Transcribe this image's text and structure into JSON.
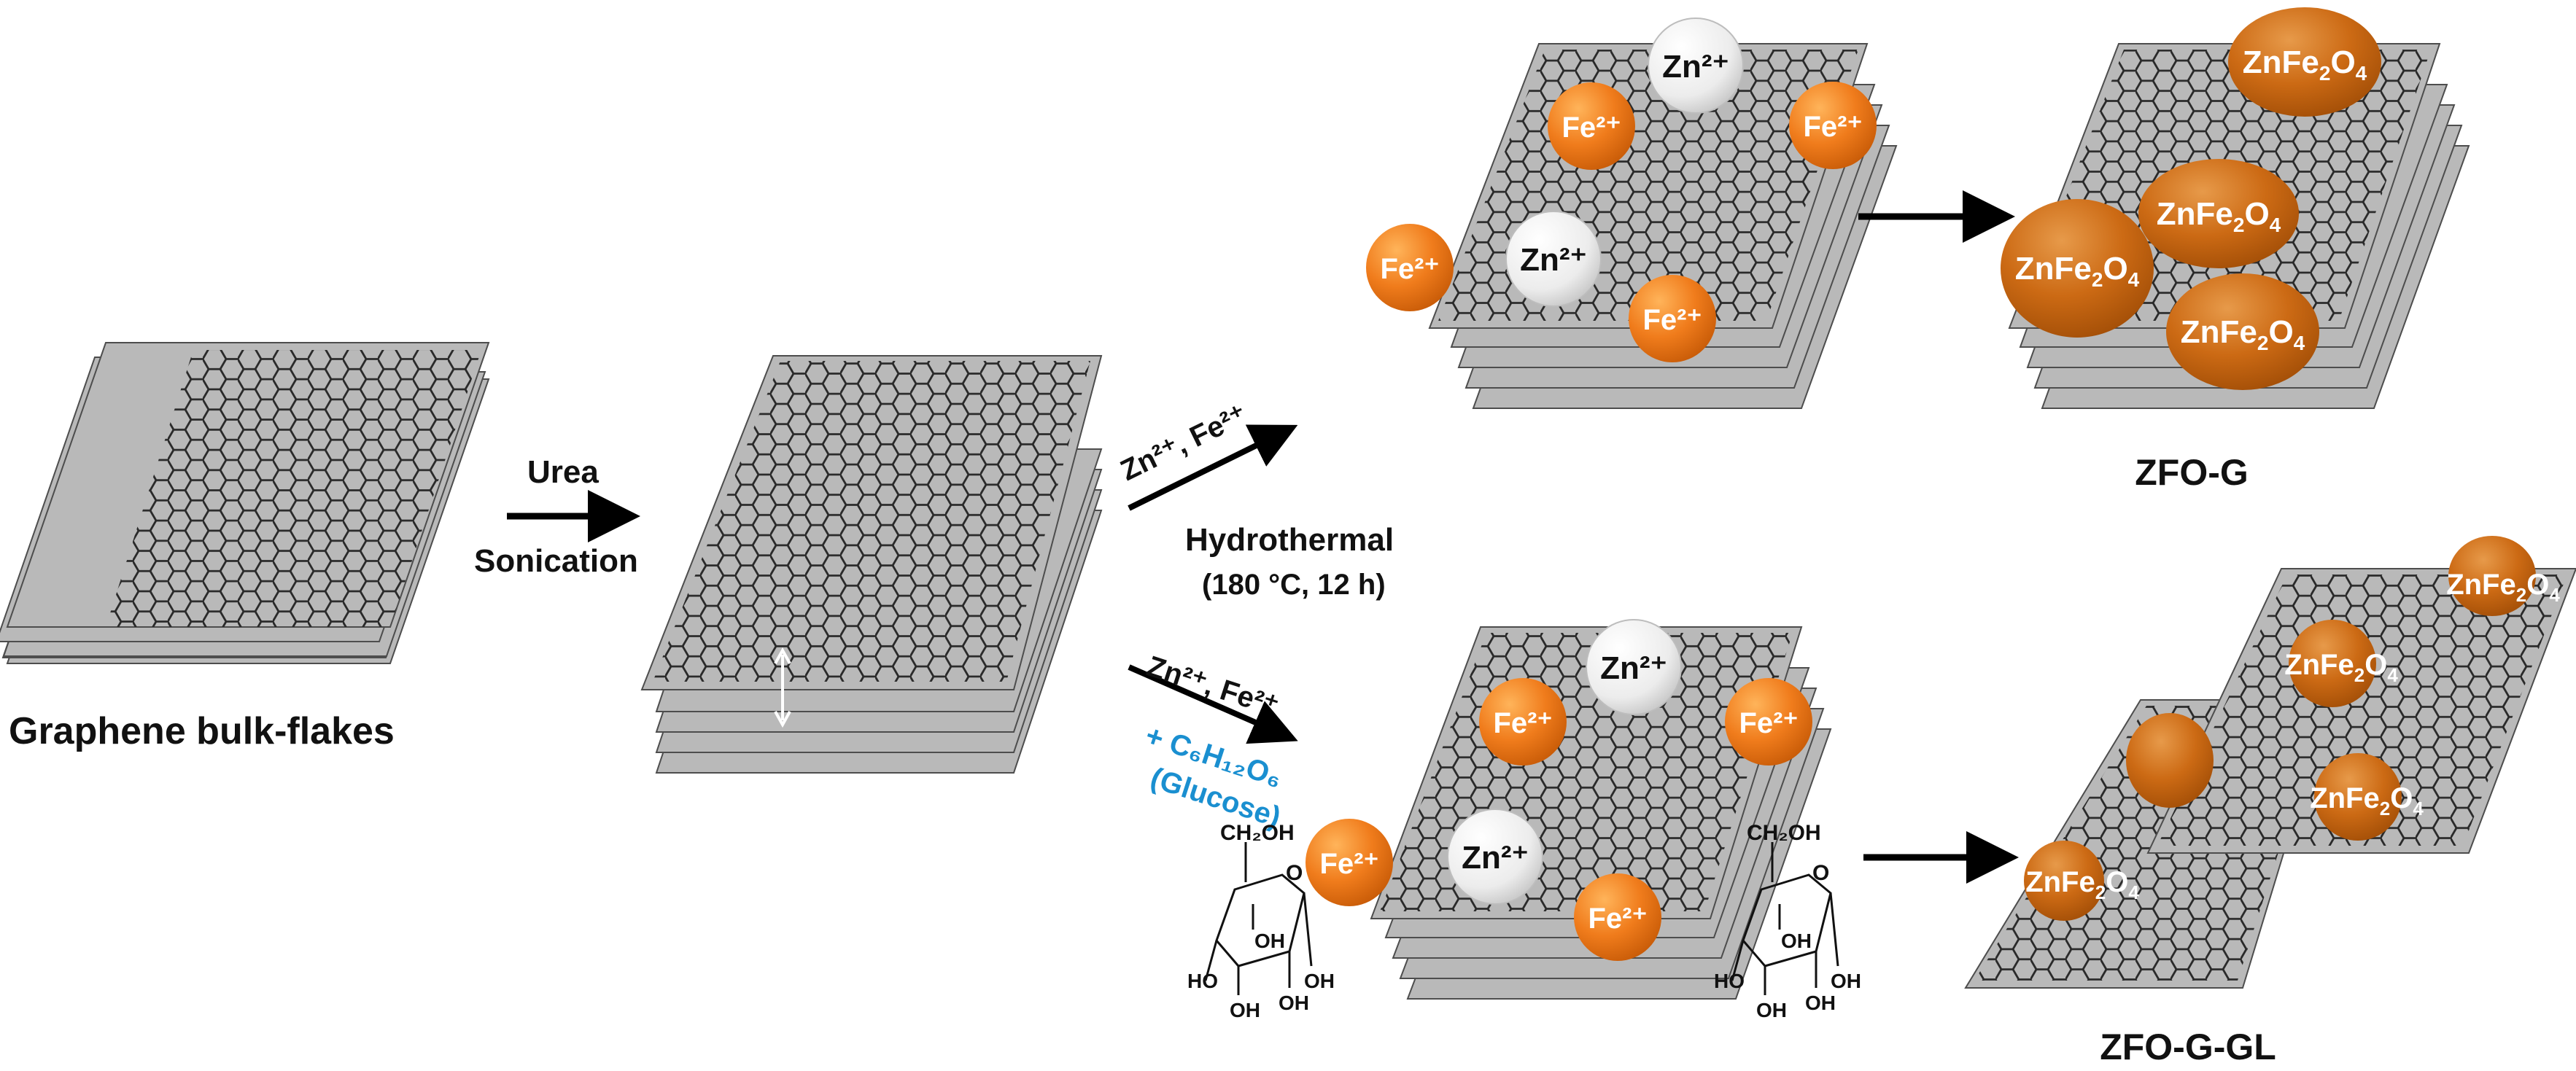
{
  "labels": {
    "graphene": "Graphene bulk-flakes",
    "urea": "Urea",
    "sonication": "Sonication",
    "reagents_top": "Zn²⁺, Fe²⁺",
    "hydrothermal": "Hydrothermal",
    "conditions": "(180 °C, 12 h)",
    "reagents_bottom": "Zn²⁺, Fe²⁺",
    "glucose_formula": "+ C₆H₁₂O₆",
    "glucose_name": "(Glucose)",
    "product_top": "ZFO-G",
    "product_bottom": "ZFO-G-GL"
  },
  "ions": {
    "fe": "Fe²⁺",
    "zn": "Zn²⁺"
  },
  "particle": {
    "prefix": "ZnFe",
    "sub_fe": "2",
    "o": "O",
    "sub_o": "4"
  },
  "glucose_structure": {
    "ch2oh": "CH₂OH",
    "o": "O",
    "oh": "OH",
    "ho": "HO"
  },
  "colors": {
    "sheet_fill": "#b9b9b9",
    "sheet_stroke": "#4d4d4d",
    "hexagon": "#2a2a2a",
    "ion_orange": "#ee7a1c",
    "zn_white": "#eeeeee",
    "particle_orange": "#c8650f",
    "glucose_blue": "#1a8fd0"
  }
}
